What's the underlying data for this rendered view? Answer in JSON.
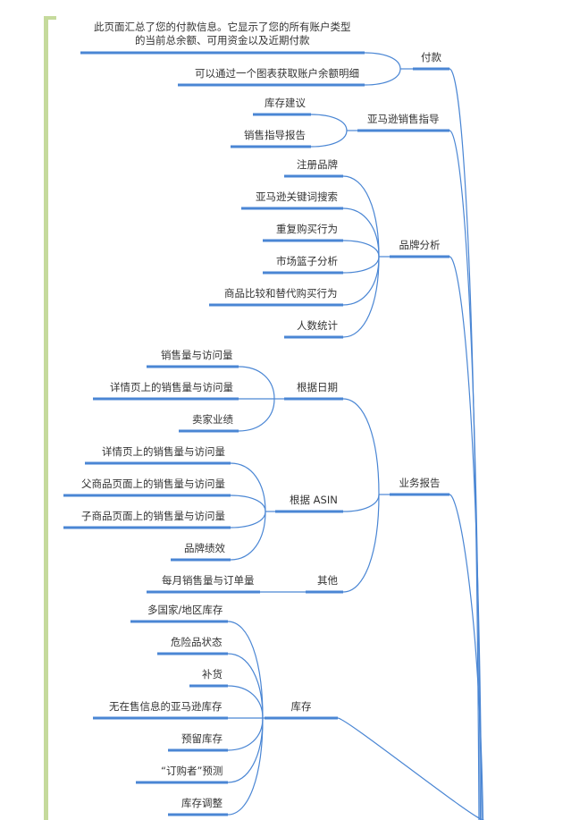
{
  "theme": {
    "line_color": "#4a86d4",
    "bracket_color": "#c5da9c",
    "text_color": "#333333"
  },
  "mindmap": {
    "branches": [
      {
        "label": "付款",
        "children": [
          {
            "label": "此页面汇总了您的付款信息。它显示了您的所有账户类型\n的当前总余额、可用资金以及近期付款"
          },
          {
            "label": "可以通过一个图表获取账户余额明细"
          }
        ]
      },
      {
        "label": "亚马逊销售指导",
        "children": [
          {
            "label": "库存建议"
          },
          {
            "label": "销售指导报告"
          }
        ]
      },
      {
        "label": "品牌分析",
        "children": [
          {
            "label": "注册品牌"
          },
          {
            "label": "亚马逊关键词搜索"
          },
          {
            "label": "重复购买行为"
          },
          {
            "label": "市场篮子分析"
          },
          {
            "label": "商品比较和替代购买行为"
          },
          {
            "label": "人数统计"
          }
        ]
      },
      {
        "label": "业务报告",
        "children": [
          {
            "label": "根据日期",
            "children": [
              {
                "label": "销售量与访问量"
              },
              {
                "label": "详情页上的销售量与访问量"
              },
              {
                "label": "卖家业绩"
              }
            ]
          },
          {
            "label": "根据 ASIN",
            "children": [
              {
                "label": "详情页上的销售量与访问量"
              },
              {
                "label": "父商品页面上的销售量与访问量"
              },
              {
                "label": "子商品页面上的销售量与访问量"
              },
              {
                "label": "品牌绩效"
              }
            ]
          },
          {
            "label": "其他",
            "children": [
              {
                "label": "每月销售量与订单量"
              }
            ]
          }
        ]
      },
      {
        "label": "库存",
        "children": [
          {
            "label": "多国家/地区库存"
          },
          {
            "label": "危险品状态"
          },
          {
            "label": "补货"
          },
          {
            "label": "无在售信息的亚马逊库存"
          },
          {
            "label": "预留库存"
          },
          {
            "label": "“订购者”预测"
          },
          {
            "label": "库存调整"
          }
        ]
      }
    ]
  }
}
